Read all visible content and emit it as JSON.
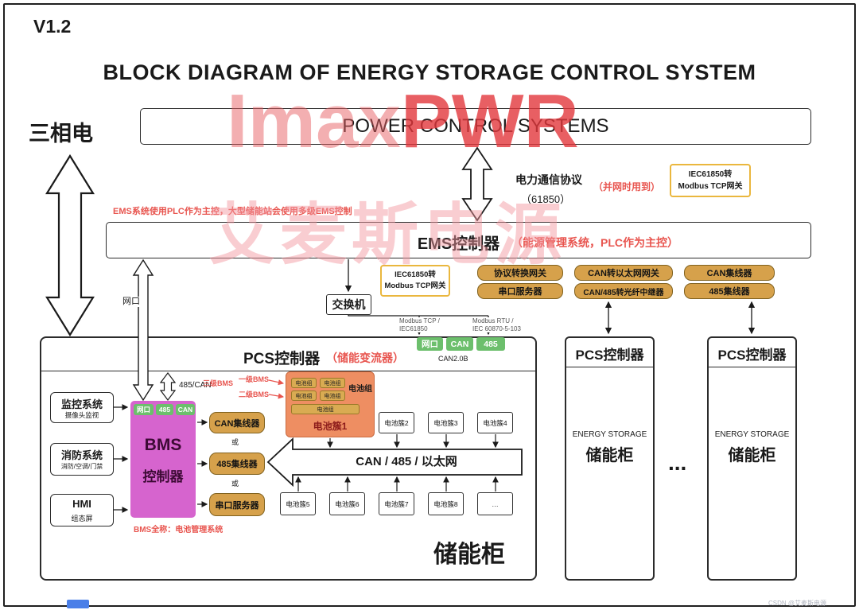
{
  "colors": {
    "accent_red": "#e8554f",
    "device_tan": "#d6a14b",
    "port_green": "#6cbf6c",
    "bms_pink": "#d664ce",
    "cluster_orange": "#ee8e62",
    "gateway_yellow_border": "#eab73e",
    "watermark_red": "#e4504e"
  },
  "version": "V1.2",
  "title": "BLOCK DIAGRAM OF ENERGY STORAGE CONTROL SYSTEM",
  "watermark": {
    "brand_a": "Imax",
    "brand_b": "PWR",
    "brand_cn": "艾麦斯电源",
    "credit": "CSDN @艾麦斯电源"
  },
  "three_phase": "三相电",
  "power_control": "POWER CONTROL SYSTEMS",
  "protocol": {
    "title": "电力通信协议",
    "code": "（61850）",
    "note": "（并网时用到）",
    "gateway1": "IEC61850转",
    "gateway2": "Modbus TCP网关"
  },
  "ems": {
    "note": "EMS系统使用PLC作为主控，大型储能站会使用多级EMS控制",
    "title": "EMS控制器",
    "subtitle": "（能源管理系统，PLC作为主控）",
    "gateway1": "IEC61850转",
    "gateway2": "Modbus TCP网关",
    "port": "网口"
  },
  "switch": {
    "label": "交换机",
    "bus1a": "Modbus TCP /",
    "bus1b": "IEC61850",
    "bus2a": "Modbus RTU /",
    "bus2b": "IEC 60870-5-103"
  },
  "devices": {
    "row1": [
      "协议转换网关",
      "CAN转以太网网关",
      "CAN集线器"
    ],
    "row2": [
      "串口服务器",
      "CAN/485转光纤中继器",
      "485集线器"
    ]
  },
  "pcs": {
    "title": "PCS控制器",
    "subtitle": "（储能变流器）",
    "ports": [
      "网口",
      "CAN",
      "485"
    ],
    "can_note": "CAN2.0B"
  },
  "cabinet": {
    "monitor": {
      "title": "监控系统",
      "sub": "摄像头监视"
    },
    "fire": {
      "title": "消防系统",
      "sub": "消防/空调/门禁"
    },
    "hmi": {
      "title": "HMI",
      "sub": "组态屏"
    },
    "bms": {
      "ports": [
        "网口",
        "485",
        "CAN"
      ],
      "line1": "BMS",
      "line2": "控制器",
      "link": "485/CAN",
      "level3": "三级BMS",
      "level1": "一级BMS",
      "level2": "二级BMS",
      "fullname": "BMS全称：电池管理系统"
    },
    "cluster1": {
      "chips": [
        "电池组",
        "电池组",
        "电池组",
        "电池组"
      ],
      "side": "电池组",
      "wide": "电池组",
      "label": "电池簇1"
    },
    "hubs": [
      "CAN集线器",
      "485集线器",
      "串口服务器"
    ],
    "or": "或",
    "bus": "CAN / 485 / 以太网",
    "top_clusters": [
      "电池簇2",
      "电池簇3",
      "电池簇4"
    ],
    "bottom_clusters": [
      "电池簇5",
      "电池簇6",
      "电池簇7",
      "电池簇8",
      "…"
    ],
    "name": "储能柜"
  },
  "right_units": {
    "pcs_title": "PCS控制器",
    "storage_en": "ENERGY STORAGE",
    "storage_cn": "储能柜",
    "ellipsis": "..."
  }
}
